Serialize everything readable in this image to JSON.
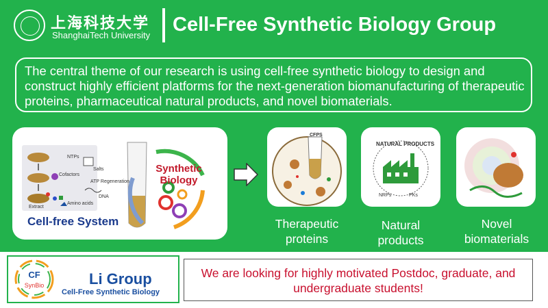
{
  "header": {
    "university_cn": "上海科技大学",
    "university_en": "ShanghaiTech University",
    "group_title": "Cell-Free Synthetic Biology Group"
  },
  "intro": {
    "text": "The central theme of our research is using cell-free synthetic biology to design and construct highly efficient platforms for the next-generation biomanufacturing of therapeutic proteins, pharmaceutical natural products, and novel biomaterials."
  },
  "cell_free_panel": {
    "system_label": "Cell-free System",
    "synthetic_biology_label": "Synthetic Biology",
    "labels": [
      "NTPs",
      "Salts",
      "Cofactors",
      "ATP Regeneration",
      "DNA",
      "Amino acids",
      "Extract"
    ]
  },
  "products": [
    {
      "caption": "Therapeutic proteins",
      "image_text": "CFPS",
      "icon": "protein-synthesis-tube-icon"
    },
    {
      "caption": "Natural products",
      "image_text": "NATURAL PRODUCTS",
      "sub_labels": [
        "NRPs",
        "PKs"
      ],
      "icon": "factory-icon"
    },
    {
      "caption": "Novel biomaterials",
      "icon": "codon-wheel-icon"
    }
  ],
  "footer": {
    "logo_text": "CF SynBio",
    "group_name": "Li Group",
    "group_subtitle": "Cell-Free Synthetic Biology",
    "recruit_text": "We are looking for highly motivated Postdoc, graduate, and undergraduate students!"
  },
  "colors": {
    "background": "#22b24c",
    "title_blue": "#1a4fa0",
    "recruit_red": "#c8102e",
    "synbio_red": "#c21a2b"
  }
}
